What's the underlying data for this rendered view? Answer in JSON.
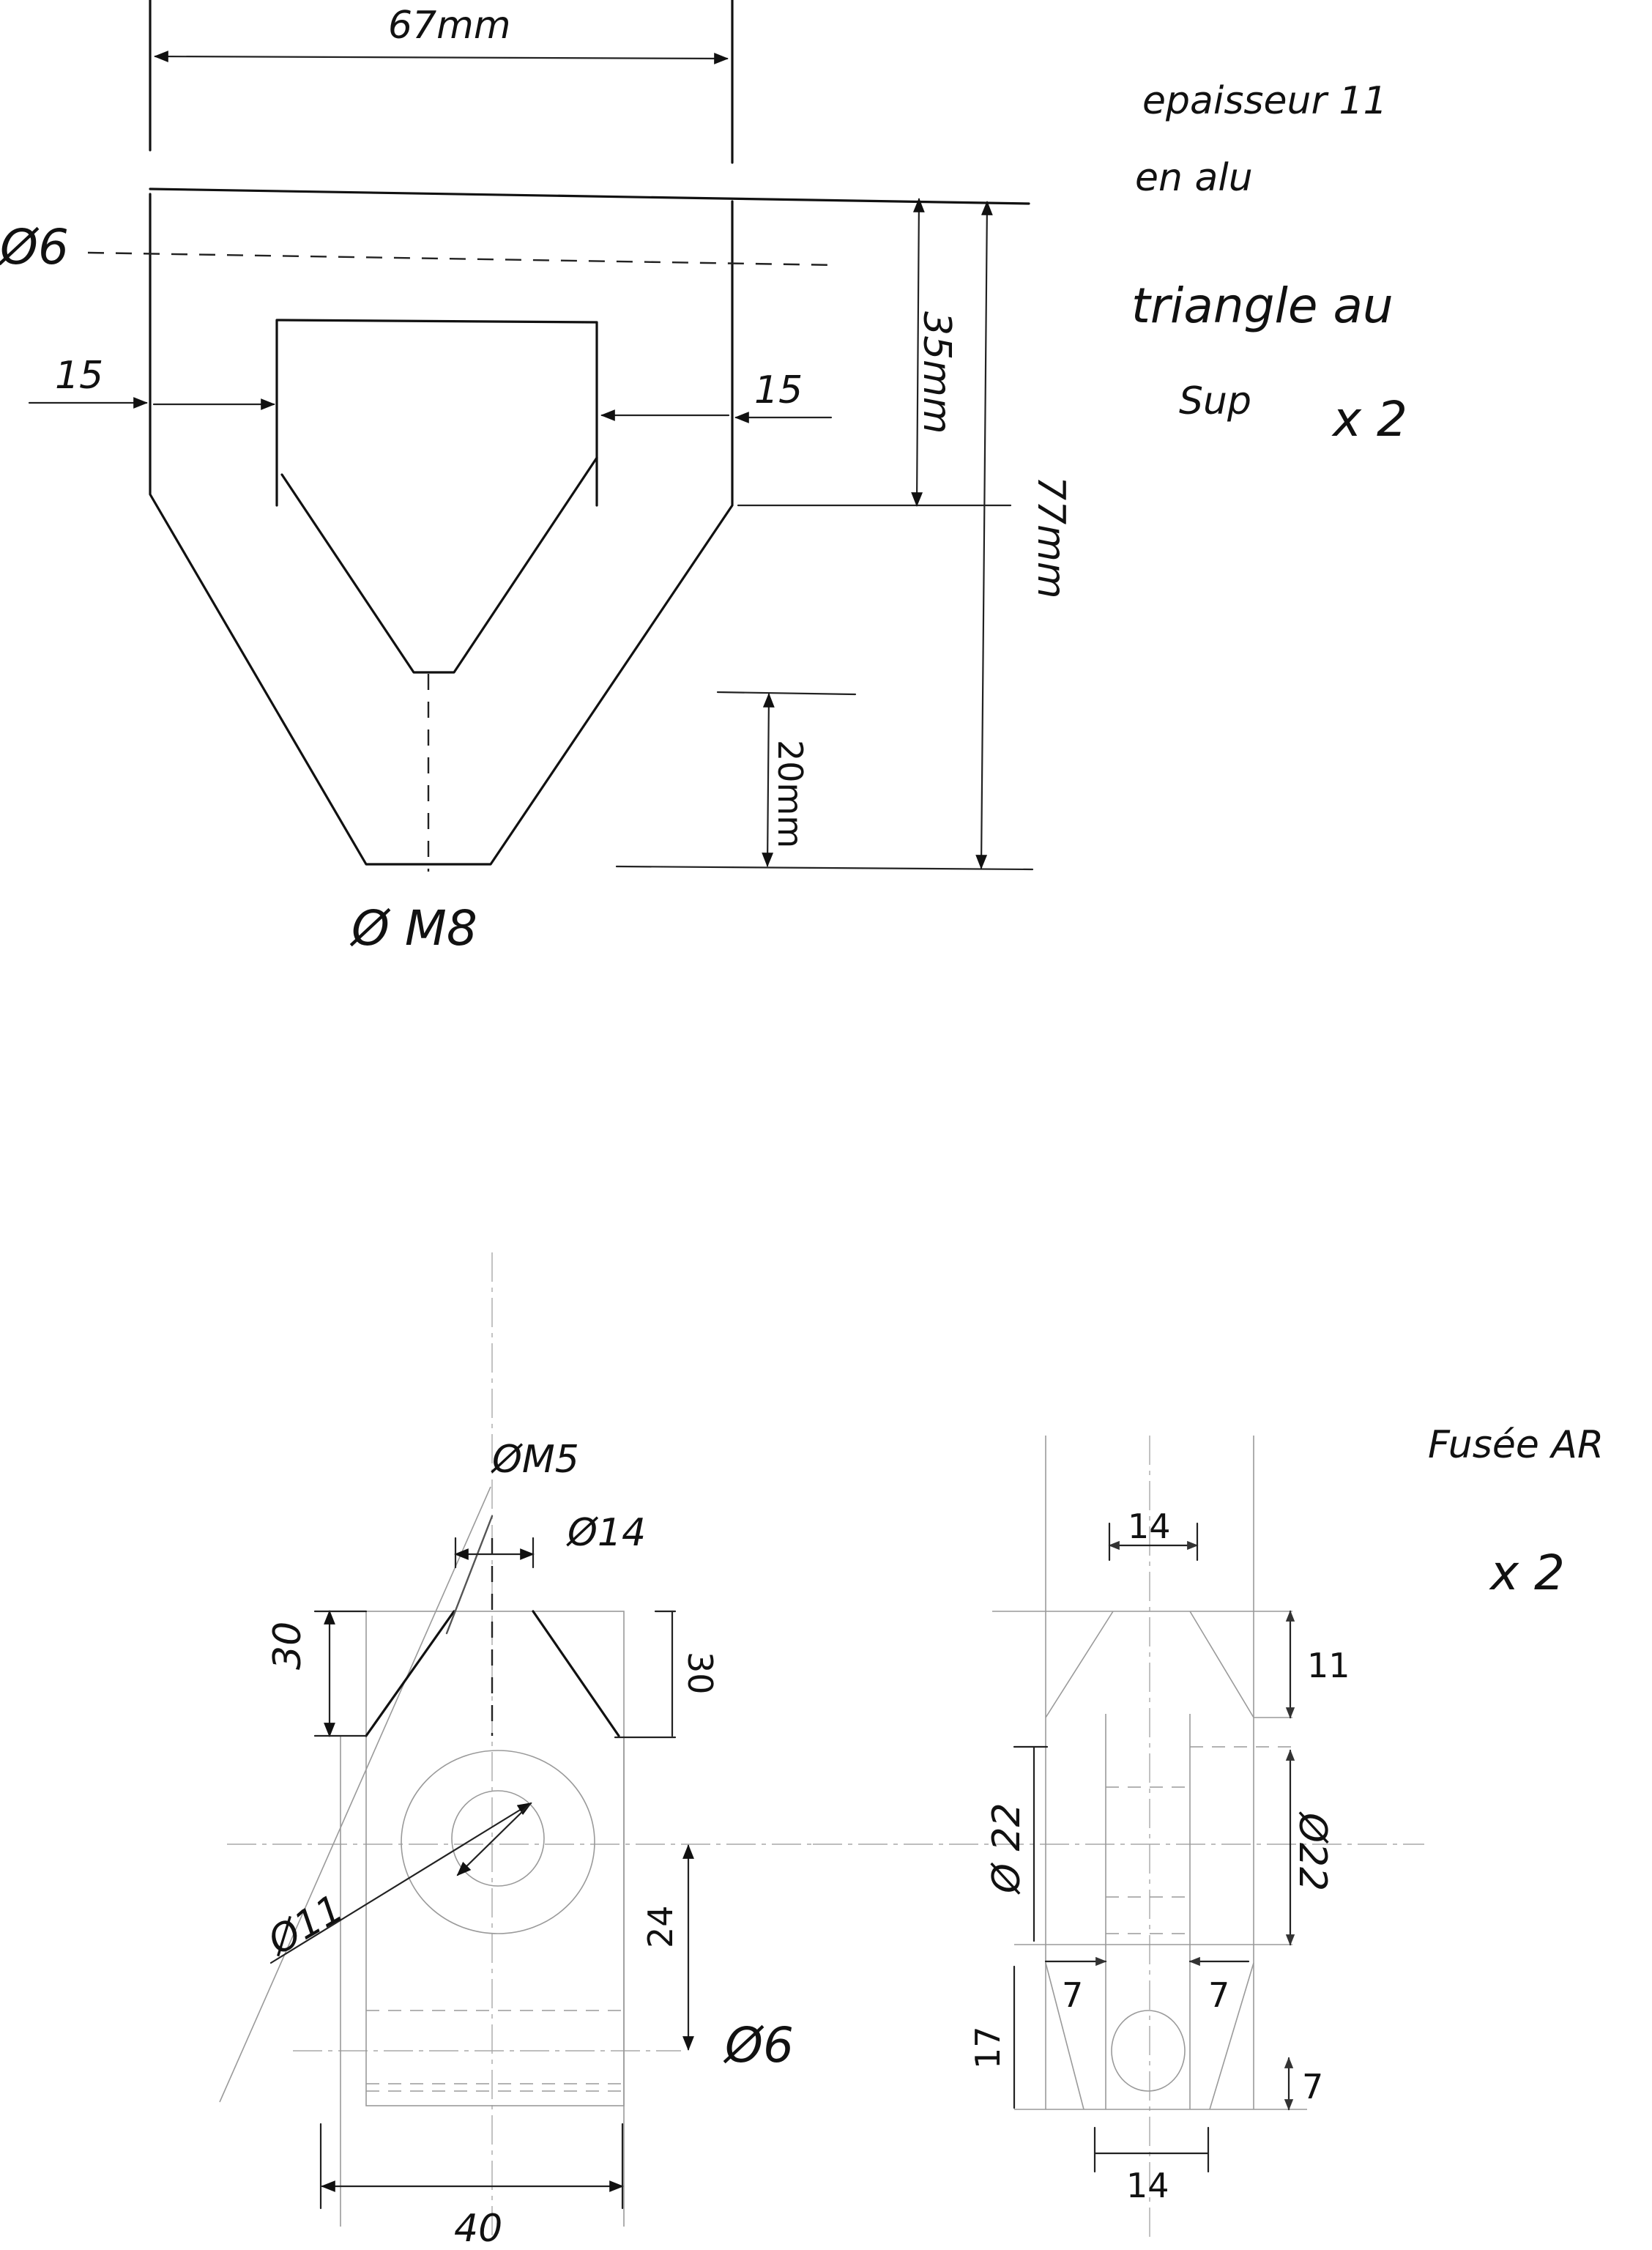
{
  "sheet": {
    "top_part": {
      "dim_width": "67mm",
      "hole_top": "Ø6",
      "wall_left": "15",
      "wall_right": "15",
      "height_upper": "35mm",
      "height_total": "77mm",
      "bottom_offset": "20mm",
      "hole_bottom": "Ø M8"
    },
    "notes": {
      "thickness": "epaisseur 11",
      "material": "en alu",
      "part_name_1": "triangle au",
      "part_name_2": "Sup",
      "quantity": "x 2"
    },
    "bottom_left_view": {
      "thread_top": "ØM5",
      "top_gap": "Ø14",
      "left_height": "30",
      "right_height": "30",
      "bore_diameter": "Ø11",
      "hole_offset": "24",
      "hole_small": "Ø6",
      "width": "40"
    },
    "bottom_right_view": {
      "top_width": "14",
      "top_height": "11",
      "bore_left": "Ø 22",
      "bore_right": "Ø22",
      "inner_left": "7",
      "inner_right": "7",
      "bottom_height": "17",
      "small_height": "7",
      "bottom_width": "14"
    },
    "fusee_notes": {
      "title": "Fusée AR",
      "quantity": "x 2"
    }
  }
}
